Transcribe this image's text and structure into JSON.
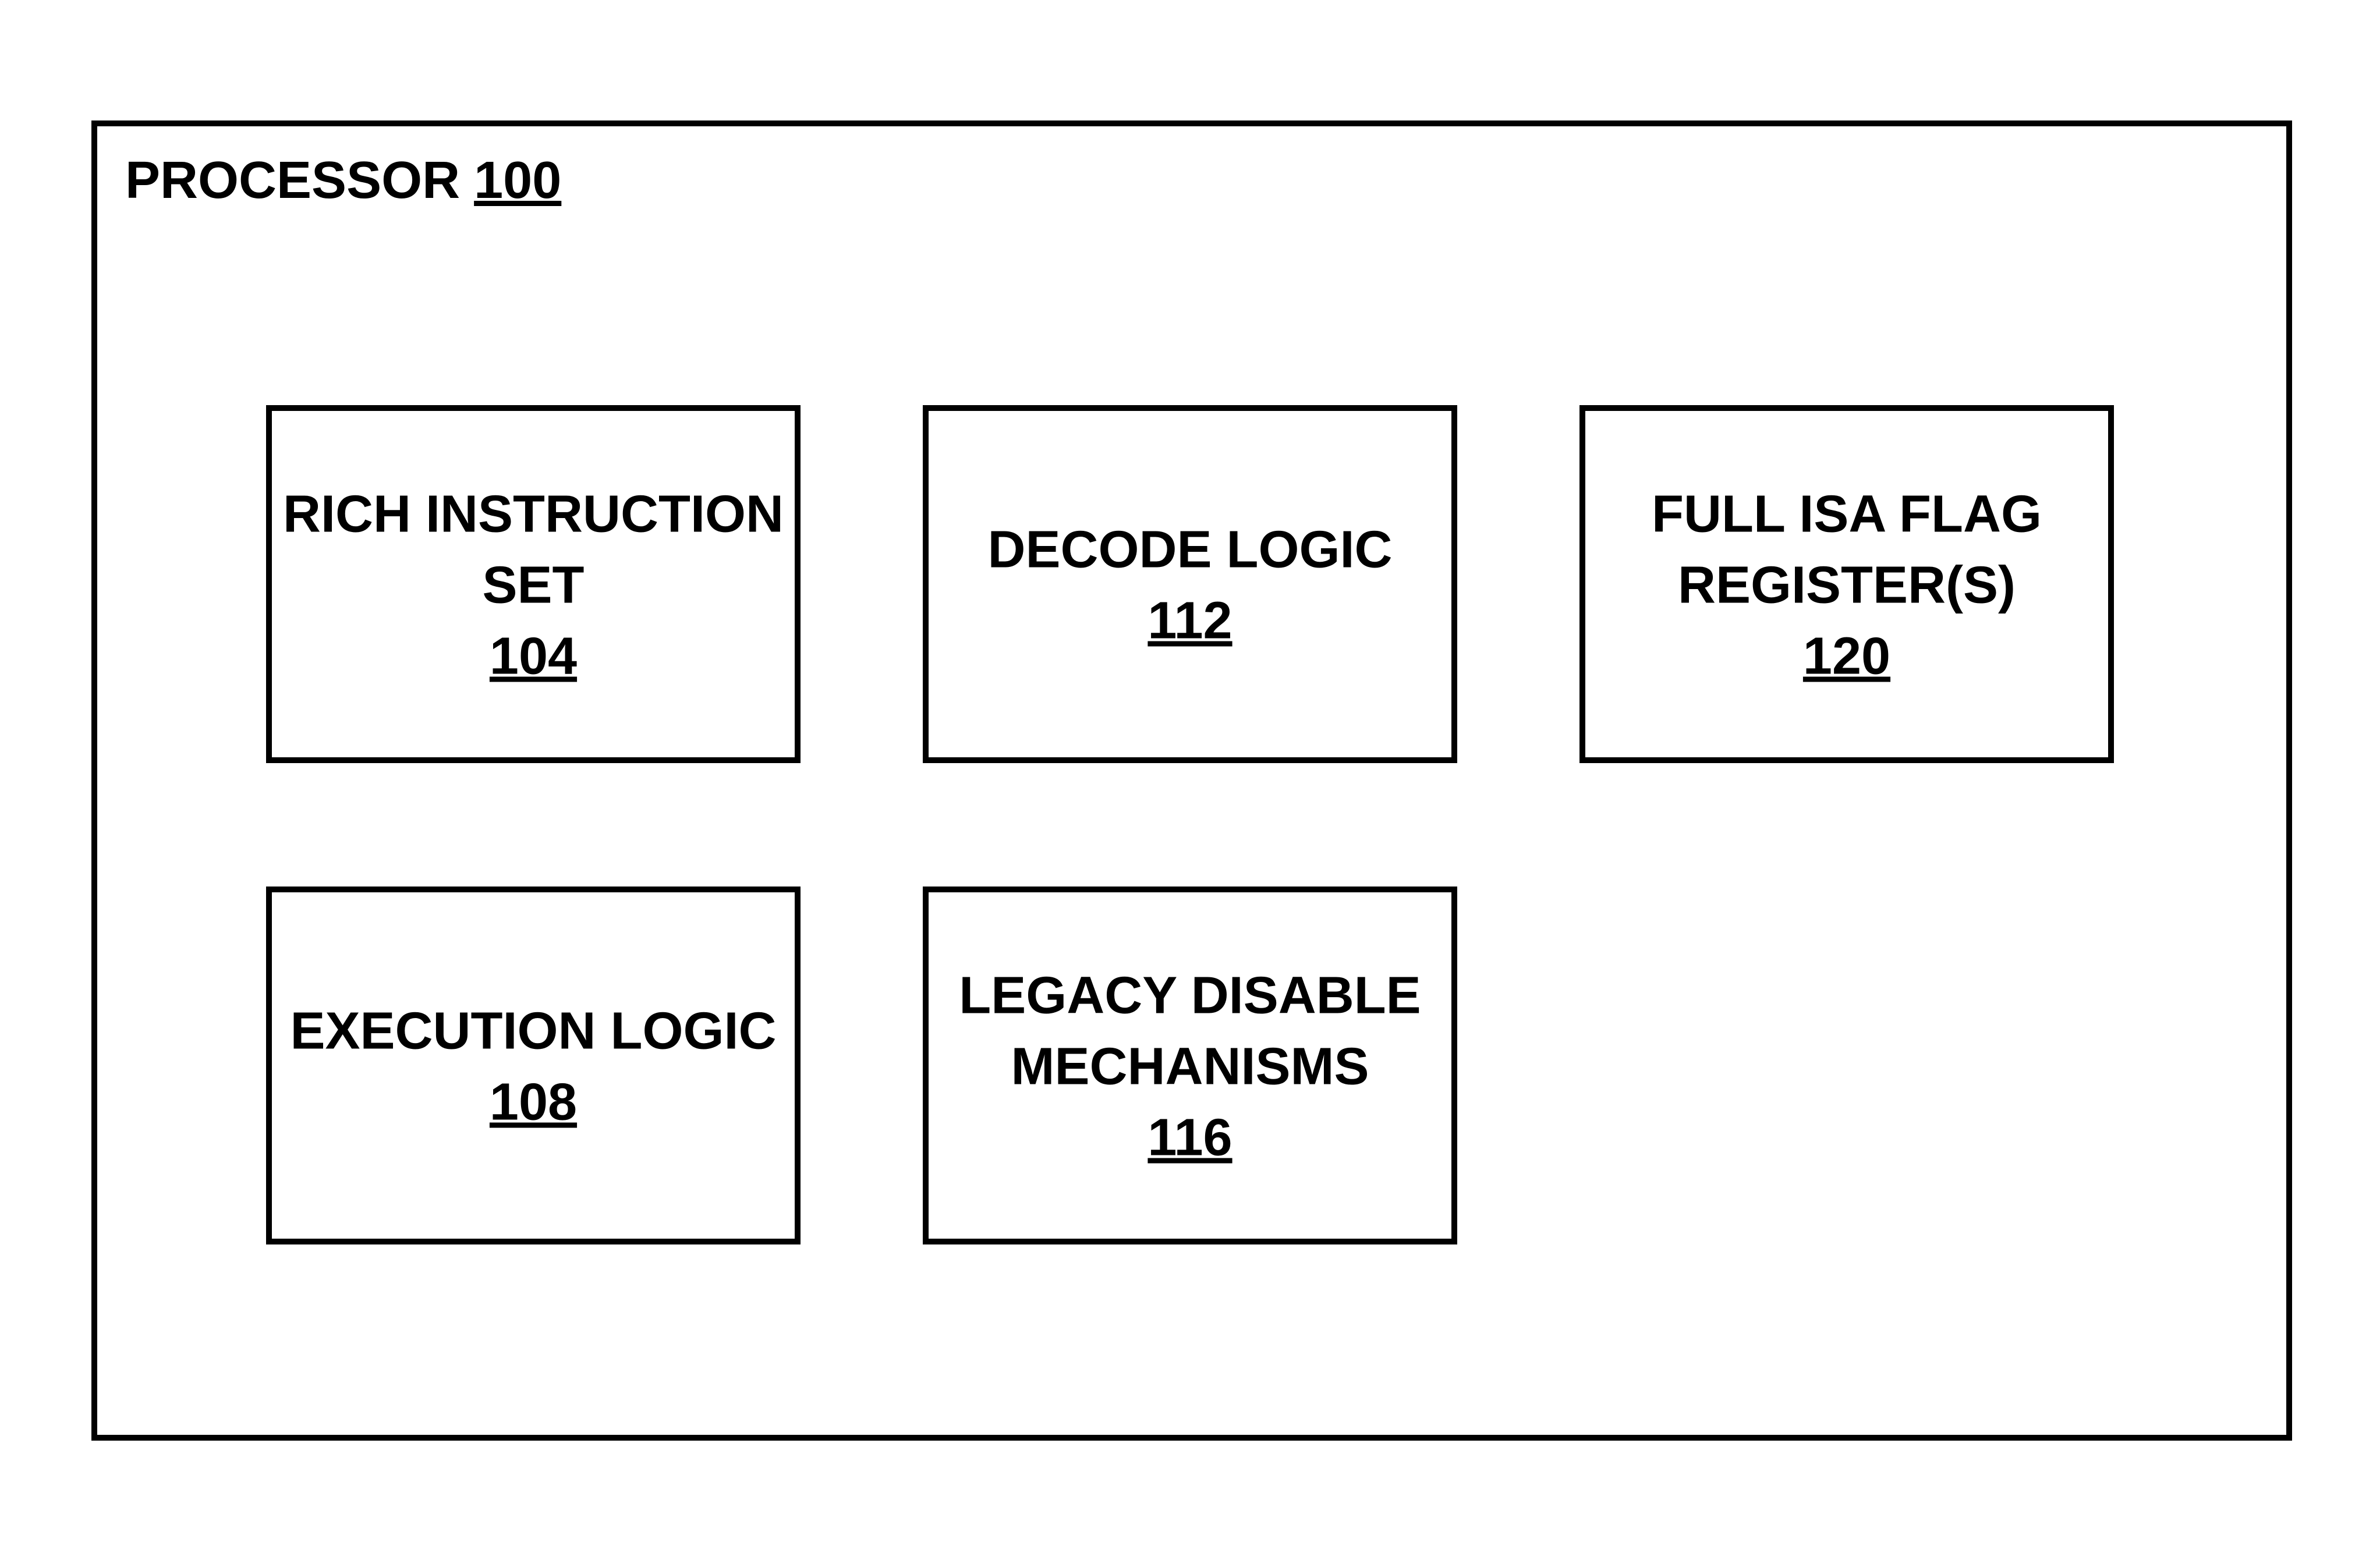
{
  "processor": {
    "title": "PROCESSOR",
    "ref": "100"
  },
  "blocks": [
    {
      "lines": [
        "RICH INSTRUCTION",
        "SET"
      ],
      "ref": "104"
    },
    {
      "lines": [
        "DECODE LOGIC"
      ],
      "ref": "112"
    },
    {
      "lines": [
        "FULL ISA FLAG",
        "REGISTER(S)"
      ],
      "ref": "120"
    },
    {
      "lines": [
        "EXECUTION LOGIC"
      ],
      "ref": "108"
    },
    {
      "lines": [
        "LEGACY DISABLE",
        "MECHANISMS"
      ],
      "ref": "116"
    }
  ]
}
